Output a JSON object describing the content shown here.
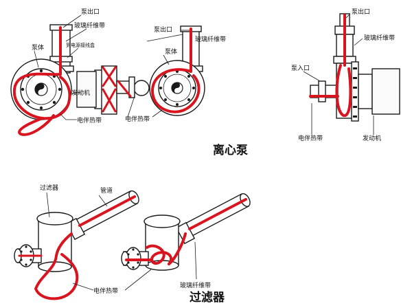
{
  "labels": {
    "pump_outlet": "泵出口",
    "glass_fiber_tape": "玻璃纤维带",
    "to_power_box": "到电源接线盒",
    "pump_body": "泵体",
    "motor": "发动机",
    "heat_tape": "电伴热带",
    "pump_inlet": "泵入口",
    "filter": "过滤器",
    "pipe": "管道"
  },
  "captions": {
    "centrifugal_pump": "离心泵",
    "filter": "过滤器"
  },
  "colors": {
    "heat_tape": "#d9141f",
    "outline": "#1a1a1a"
  }
}
